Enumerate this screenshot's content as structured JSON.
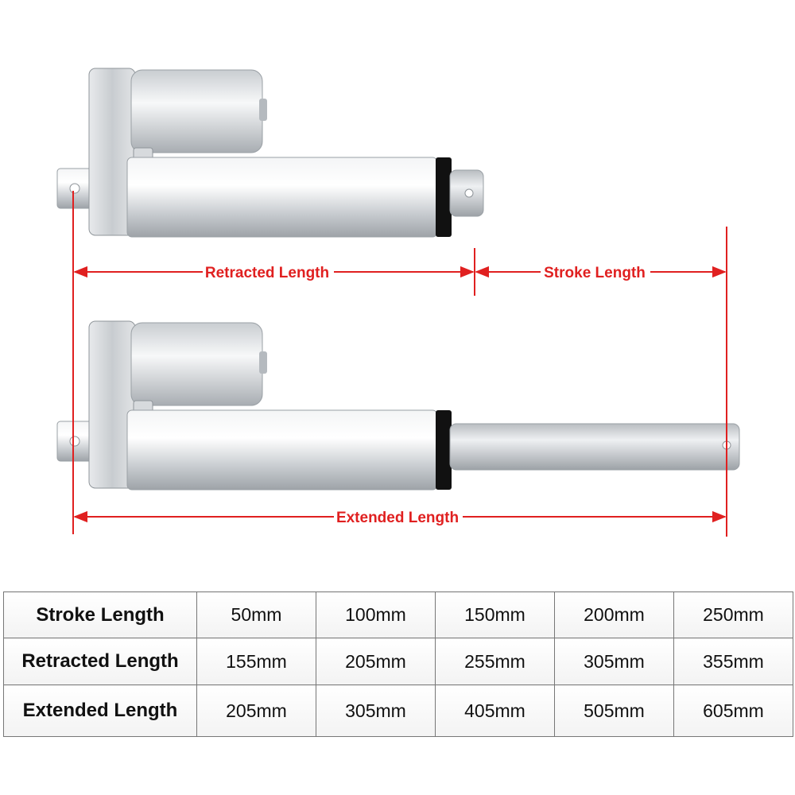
{
  "labels": {
    "retracted": "Retracted Length",
    "stroke": "Stroke Length",
    "extended": "Extended Length"
  },
  "colors": {
    "dimension_line": "#e02020",
    "actuator_body": "#d6d9dc",
    "rod": "#c4c8cc",
    "end_cap": "#111111"
  },
  "table": {
    "rows": [
      {
        "header": "Stroke Length",
        "values": [
          "50mm",
          "100mm",
          "150mm",
          "200mm",
          "250mm"
        ]
      },
      {
        "header": "Retracted Length",
        "values": [
          "155mm",
          "205mm",
          "255mm",
          "305mm",
          "355mm"
        ]
      },
      {
        "header": "Extended Length",
        "values": [
          "205mm",
          "305mm",
          "405mm",
          "505mm",
          "605mm"
        ]
      }
    ]
  }
}
